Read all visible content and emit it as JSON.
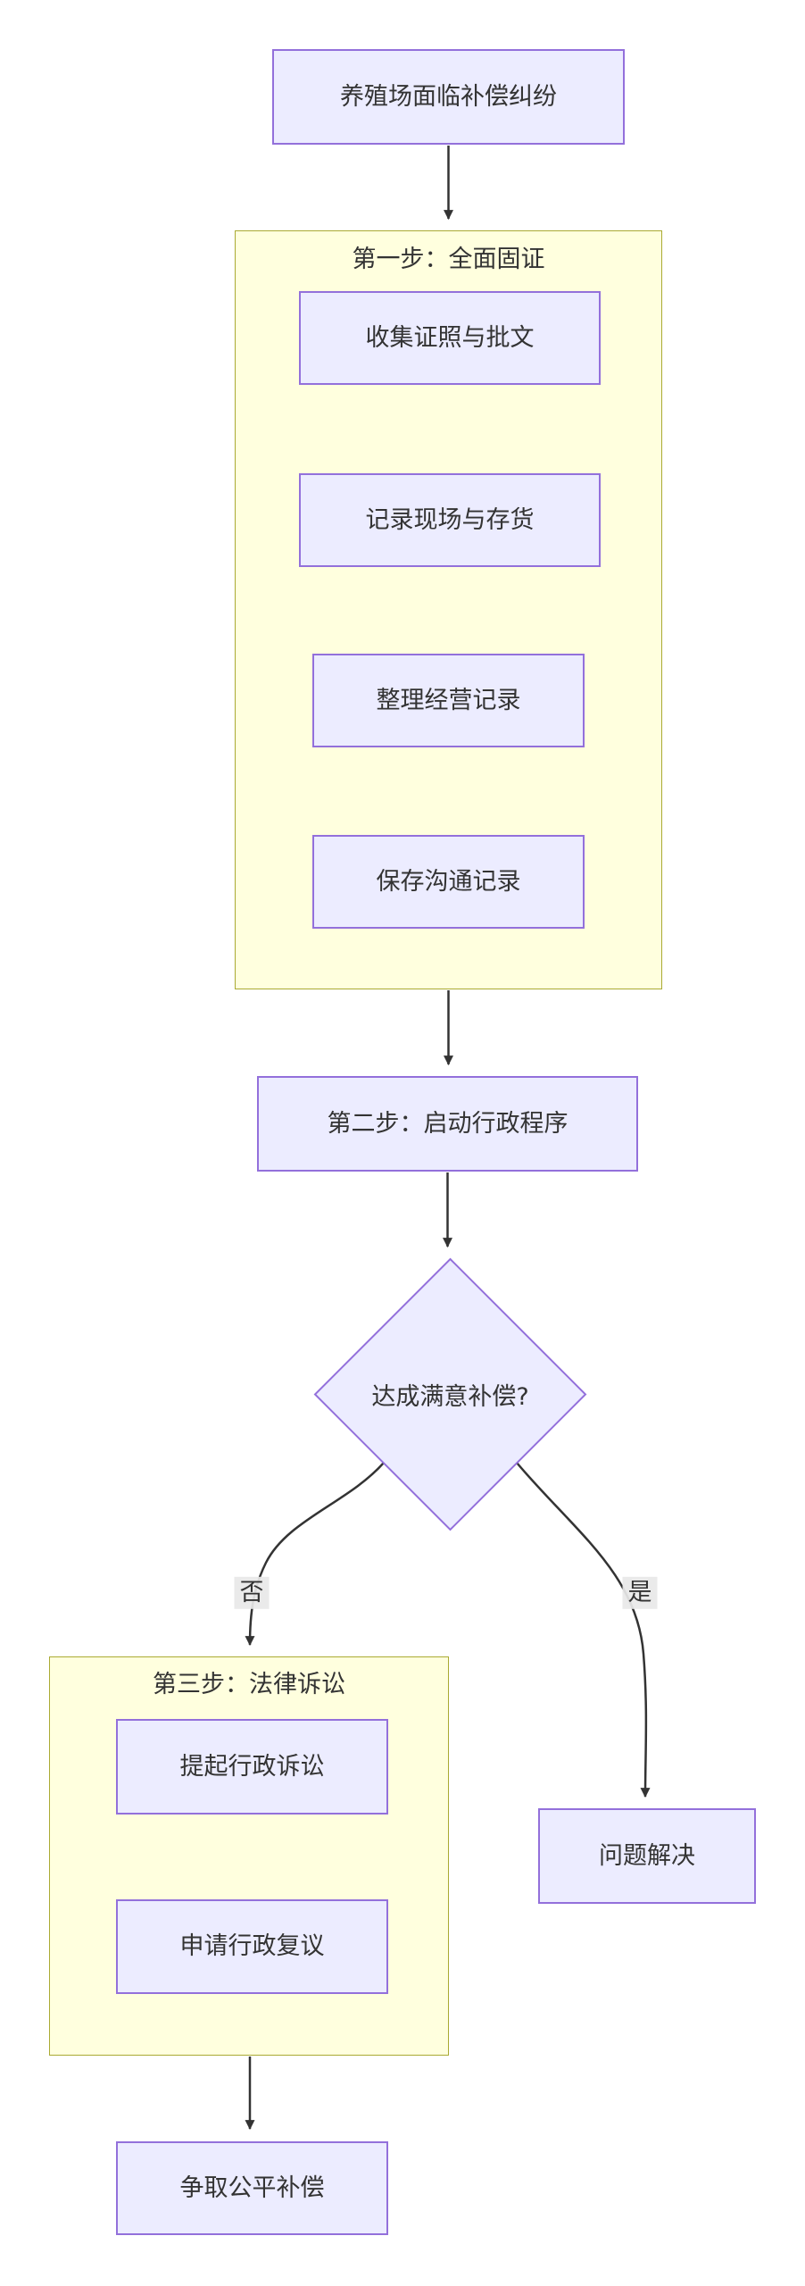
{
  "diagram": {
    "type": "flowchart",
    "direction": "top-down",
    "start": "养殖场面临补偿纠纷",
    "step1": {
      "title": "第一步：全面固证",
      "items": [
        "收集证照与批文",
        "记录现场与存货",
        "整理经营记录",
        "保存沟通记录"
      ]
    },
    "step2": "第二步：启动行政程序",
    "decision": "达成满意补偿?",
    "edge_labels": {
      "no": "否",
      "yes": "是"
    },
    "step3": {
      "title": "第三步：法律诉讼",
      "items": [
        "提起行政诉讼",
        "申请行政复议"
      ]
    },
    "resolved": "问题解决",
    "final": "争取公平补偿"
  },
  "colors": {
    "node_fill": "#ECECFF",
    "node_border": "#9370DB",
    "cluster_fill": "#FFFFDE",
    "cluster_border": "#AAAA33",
    "edge_stroke": "#333333",
    "edge_label_bg": "#E8E8E8",
    "text": "#333333",
    "background": "#FFFFFF"
  }
}
